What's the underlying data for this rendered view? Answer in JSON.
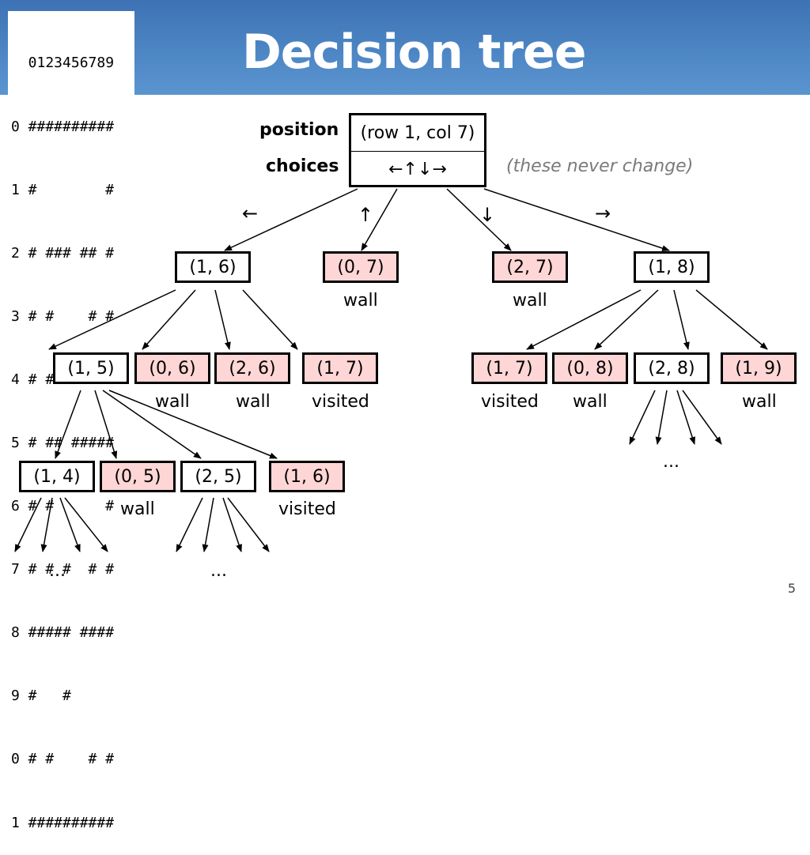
{
  "title": "Decision tree",
  "maze": {
    "rows": [
      "  0123456789",
      "0 ##########",
      "1 #        #",
      "2 # ### ## #",
      "3 # #    # #",
      "4 # #  # # #",
      "5 # ## #####",
      "6 # #      #",
      "7 # # #  # #",
      "8 ##### ####",
      "9 #   #",
      "0 # #    # #",
      "1 ##########"
    ]
  },
  "root": {
    "position_label": "position",
    "choices_label": "choices",
    "position_value": "(row 1, col 7)",
    "choices_value": "←↑↓→",
    "note": "(these never change)"
  },
  "directions": {
    "left": "←",
    "up": "↑",
    "down": "↓",
    "right": "→"
  },
  "nodes": {
    "n16": "(1, 6)",
    "n07": "(0, 7)",
    "n27": "(2, 7)",
    "n18": "(1, 8)",
    "n15": "(1, 5)",
    "n06": "(0, 6)",
    "n26": "(2, 6)",
    "n17a": "(1, 7)",
    "n17b": "(1, 7)",
    "n08": "(0, 8)",
    "n28": "(2, 8)",
    "n19": "(1, 9)",
    "n14": "(1, 4)",
    "n05": "(0, 5)",
    "n25": "(2, 5)",
    "n16b": "(1, 6)"
  },
  "captions": {
    "wall": "wall",
    "visited": "visited",
    "ellipsis": "..."
  },
  "page_number": "5",
  "colors": {
    "header": "#4d86c4",
    "blocked_fill": "#ffd6d6"
  }
}
